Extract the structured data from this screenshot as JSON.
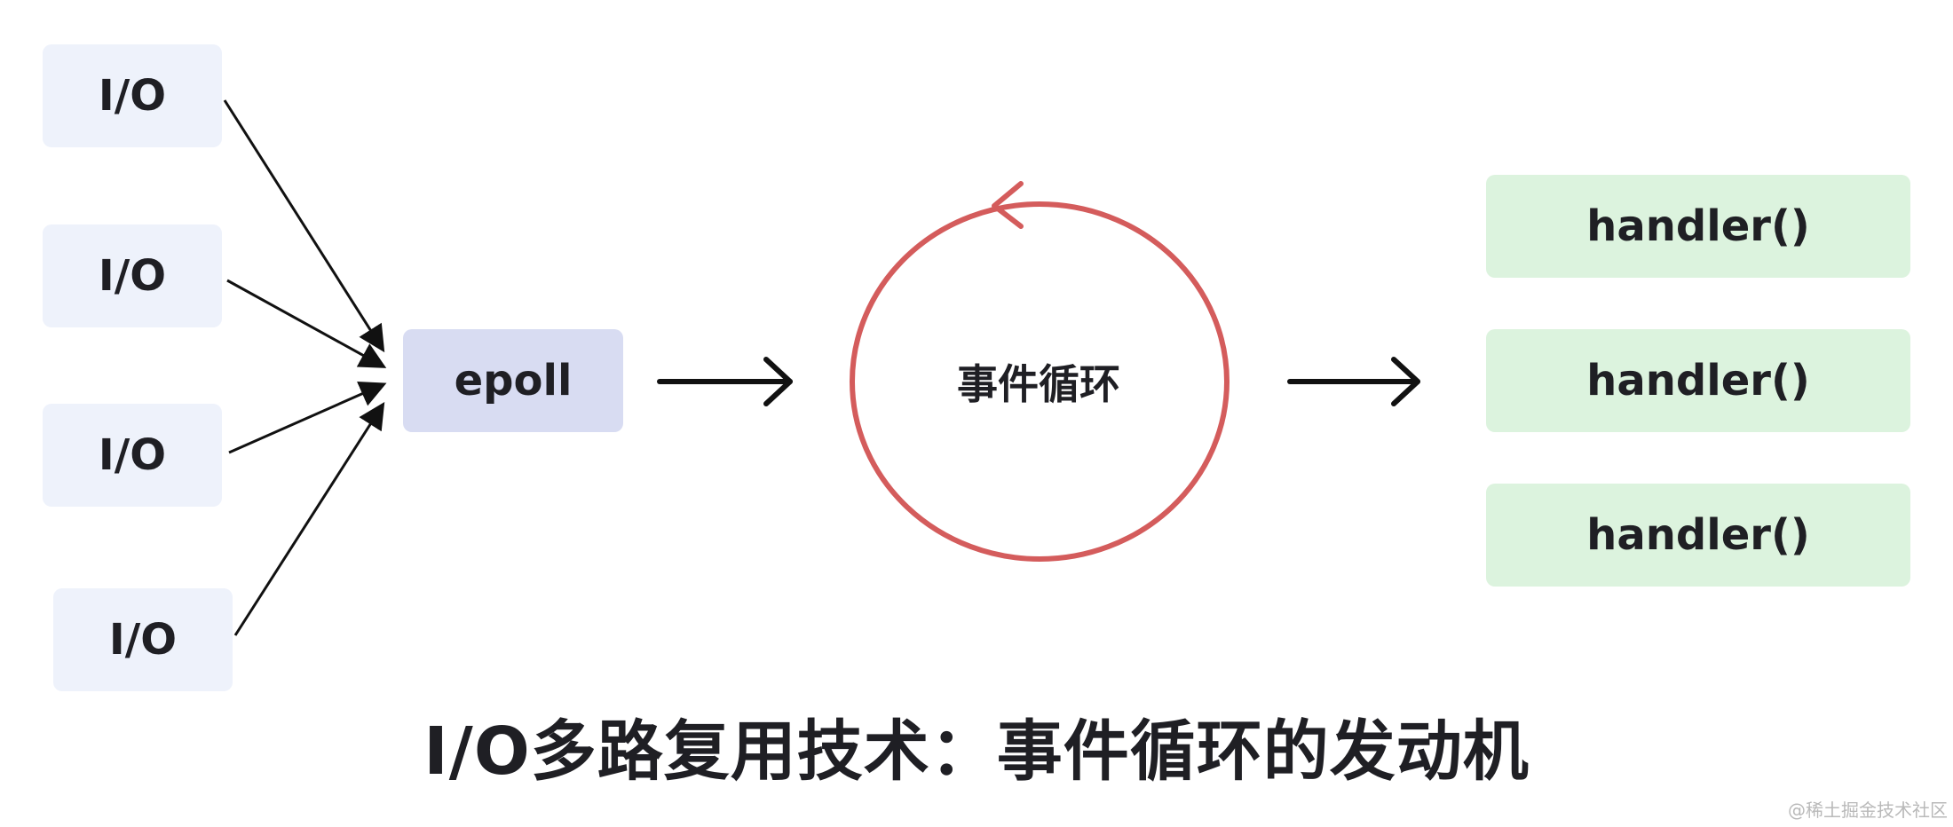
{
  "io_nodes": [
    {
      "label": "I/O"
    },
    {
      "label": "I/O"
    },
    {
      "label": "I/O"
    },
    {
      "label": "I/O"
    }
  ],
  "epoll": {
    "label": "epoll"
  },
  "event_loop": {
    "label": "事件循环"
  },
  "handlers": [
    {
      "label": "handler()"
    },
    {
      "label": "handler()"
    },
    {
      "label": "handler()"
    }
  ],
  "caption": "I/O多路复用技术：事件循环的发动机",
  "watermark": "@稀土掘金技术社区",
  "colors": {
    "io_fill": "#eef2fb",
    "epoll_fill": "#d8dcf2",
    "handler_fill": "#dcf3de",
    "loop_stroke": "#d45c5c",
    "arrow": "#111111"
  }
}
